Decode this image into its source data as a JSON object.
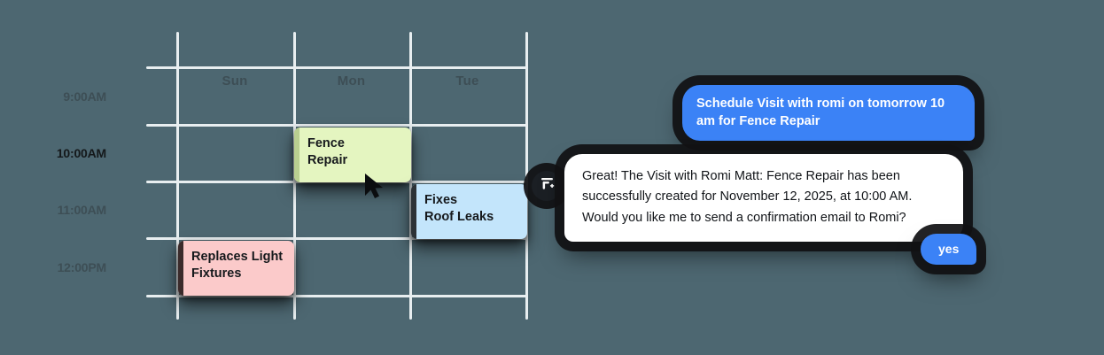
{
  "theme": {
    "background": "#4d6771",
    "grid_line": "#e8eef0",
    "accent_blue": "#3b82f6",
    "bubble_white": "#ffffff",
    "shadow_dark": "#111113",
    "event_green": "#e4f5c0",
    "event_blue": "#c3e5fb",
    "event_pink": "#fbcaca",
    "time_active": "#14181a"
  },
  "calendar": {
    "day_headers": [
      {
        "label": "Sun"
      },
      {
        "label": "Mon"
      },
      {
        "label": "Tue"
      }
    ],
    "time_slots": [
      {
        "label": "9:00AM",
        "active": false
      },
      {
        "label": "10:00AM",
        "active": true
      },
      {
        "label": "11:00AM",
        "active": false
      },
      {
        "label": "12:00PM",
        "active": false
      }
    ],
    "events": [
      {
        "title": "Fence\nRepair",
        "day": "Mon",
        "time": "10:00AM",
        "color": "green"
      },
      {
        "title": "Fixes\nRoof Leaks",
        "day": "Tue",
        "time": "11:00AM",
        "color": "blue"
      },
      {
        "title": "Replaces Light\nFixtures",
        "day": "Sun",
        "time": "12:00PM",
        "color": "pink"
      }
    ],
    "cursor": {
      "name": "mouse-pointer"
    }
  },
  "chat": {
    "assistant_avatar_icon": "brand-logo-icon",
    "messages": [
      {
        "role": "user",
        "text": "Schedule Visit with romi on tomorrow 10 am for Fence Repair"
      },
      {
        "role": "assistant",
        "text": "Great! The Visit with Romi Matt: Fence Repair has been successfully created for November 12, 2025, at 10:00 AM. Would you like me to send a confirmation email to Romi?"
      },
      {
        "role": "user",
        "text": "yes"
      }
    ]
  }
}
